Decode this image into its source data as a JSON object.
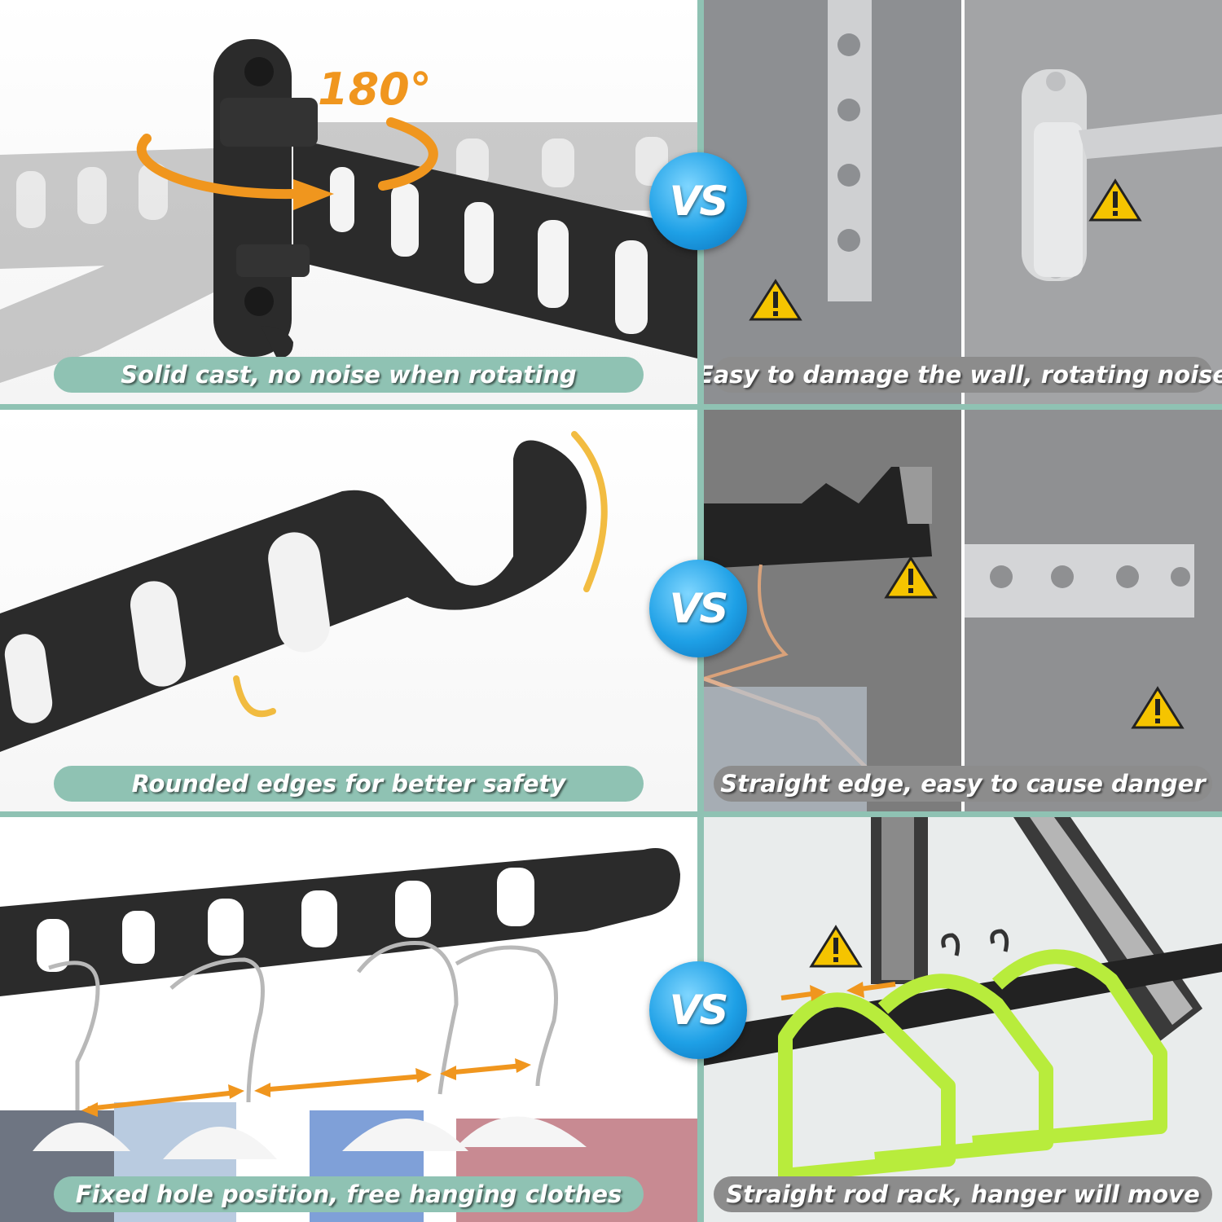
{
  "rotation_label": "180°",
  "vs_label": "VS",
  "rows": [
    {
      "good_caption": "Solid cast, no noise when rotating",
      "bad_caption": "Easy to damage the wall, rotating noise"
    },
    {
      "good_caption": "Rounded edges for better safety",
      "bad_caption": "Straight edge, easy to cause danger"
    },
    {
      "good_caption": "Fixed hole position, free hanging clothes",
      "bad_caption": "Straight rod rack, hanger will move"
    }
  ],
  "colors": {
    "caption_good": "#8fc2b3",
    "caption_bad": "#8c8c8c",
    "accent_orange": "#f0961e",
    "vs_blue": "#1ea0e6",
    "warning_yellow": "#f5c400",
    "hanger_green": "#b8ec3c",
    "product_black": "#2b2b2b"
  },
  "icons": [
    "rotation-arrow-icon",
    "warning-icon",
    "spacing-arrow-icon"
  ]
}
